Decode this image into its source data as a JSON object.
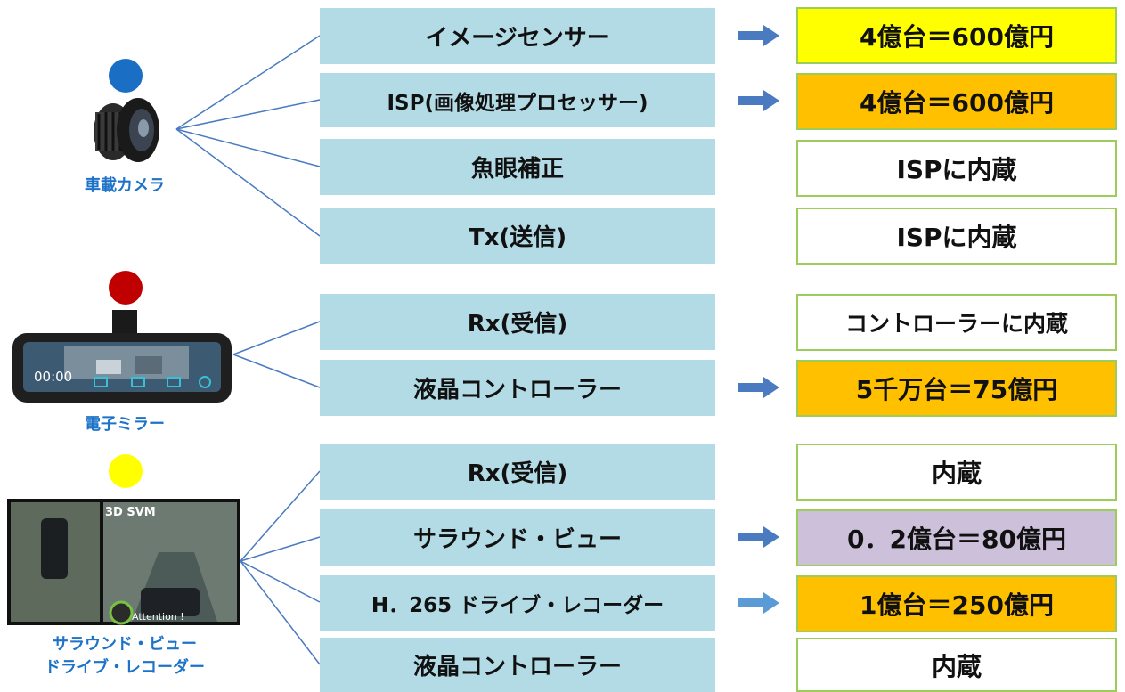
{
  "groups": [
    {
      "caption": [
        "車載カメラ"
      ],
      "dot_color": "#1a6fc4",
      "device_icon": "camera-lens-icon",
      "items": [
        {
          "label": "イメージセンサー",
          "result": "4億台＝600億円",
          "result_color": "#ffff00",
          "arrow": true
        },
        {
          "label": "ISP(画像処理プロセッサー)",
          "result": "4億台＝600億円",
          "result_color": "#ffc000",
          "arrow": true
        },
        {
          "label": "魚眼補正",
          "result": "ISPに内蔵",
          "result_color": "#ffffff",
          "arrow": false
        },
        {
          "label": "Tx(送信)",
          "result": "ISPに内蔵",
          "result_color": "#ffffff",
          "arrow": false
        }
      ]
    },
    {
      "caption": [
        "電子ミラー"
      ],
      "dot_color": "#c00000",
      "device_icon": "rearview-mirror-display-icon",
      "screen_time": "00:00",
      "items": [
        {
          "label": "Rx(受信)",
          "result": "コントローラーに内蔵",
          "result_color": "#ffffff",
          "arrow": false
        },
        {
          "label": "液晶コントローラー",
          "result": "5千万台＝75億円",
          "result_color": "#ffc000",
          "arrow": true
        }
      ]
    },
    {
      "caption": [
        "サラウンド・ビュー",
        "ドライブ・レコーダー"
      ],
      "dot_color": "#ffff00",
      "device_icon": "surround-view-screen-icon",
      "screen_title": "3D SVM",
      "screen_alert": "Attention !",
      "items": [
        {
          "label": "Rx(受信)",
          "result": "内蔵",
          "result_color": "#ffffff",
          "arrow": false
        },
        {
          "label": "サラウンド・ビュー",
          "result": "0．2億台＝80億円",
          "result_color": "#ccc0da",
          "arrow": true
        },
        {
          "label": "H．265 ドライブ・レコーダー",
          "result": "1億台＝250億円",
          "result_color": "#ffc000",
          "arrow": true
        },
        {
          "label": "液晶コントローラー",
          "result": "内蔵",
          "result_color": "#ffffff",
          "arrow": false
        }
      ]
    }
  ],
  "colors": {
    "box_fill": "#b3dbe6",
    "line": "#4a7ac0",
    "arrow": "#4a7ac0",
    "result_border": "#9ccd5a",
    "caption": "#1e73c8"
  }
}
